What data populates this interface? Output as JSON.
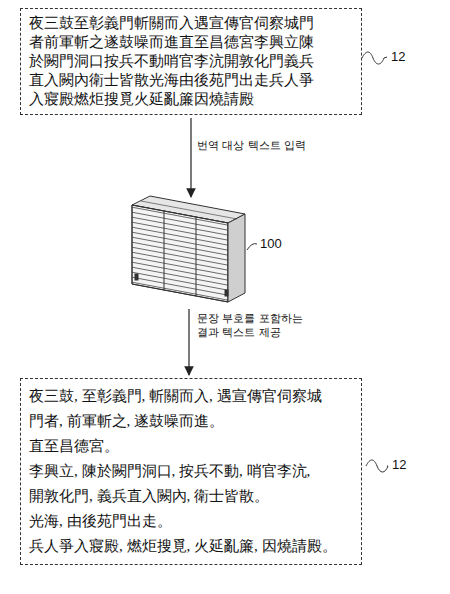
{
  "diagram": {
    "nodes": [
      {
        "text": [
          "夜三鼓至彰義門斬關而入遇宣傳官伺察城門 者前軍斬之遂鼓噪而進直至昌德宮李興立陳 於闕門洞口按兵不動哨官李沆開敦化門義兵 直入闕內衛士皆散光海由後苑門出走兵人爭 入寢殿燃炬搜覓火延亂簾因燒請殿"
        ]
      },
      {
        "text": [
          "100"
        ]
      },
      {
        "text": [
          "夜三鼓, 至彰義門, 斬關而入, 遇宣傳官伺察城 門者, 前軍斬之, 遂鼓噪而進。",
          "直至昌德宮。",
          "李興立, 陳於闕門洞口, 按兵不動, 哨官李沆, 開敦化門, 義兵直入闕內, 衛士皆散。",
          "光海, 由後苑門出走。",
          "兵人爭入寢殿, 燃炬搜覓, 火延亂簾, 因燒請殿。"
        ]
      }
    ],
    "edges": [
      {
        "from": 0,
        "to": 1,
        "arrow": "to",
        "label": "번역 대상 텍스트 입력"
      },
      {
        "from": 1,
        "to": 2,
        "arrow": "to",
        "label": "문장 부호를 포함하는 결과 텍스트 제공"
      }
    ],
    "labels": [
      "12",
      "12"
    ]
  }
}
